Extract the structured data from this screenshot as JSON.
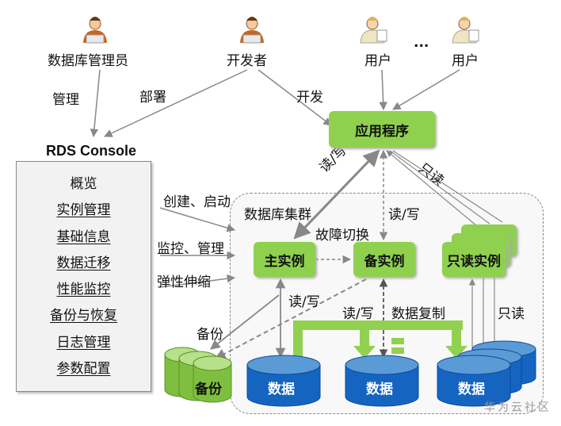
{
  "actors": {
    "dba": "数据库管理员",
    "developer": "开发者",
    "user1": "用户",
    "ellipsis": "...",
    "user2": "用户"
  },
  "edges": {
    "manage": "管理",
    "deploy": "部署",
    "develop": "开发",
    "read_write_main": "读/写",
    "read_only_top": "只读",
    "create_start": "创建、启动",
    "monitor_manage": "监控、管理",
    "elastic_scale": "弹性伸缩",
    "read_write_standby": "读/写",
    "failover": "故障切换",
    "read_write_left": "读/写",
    "read_write_mid": "读/写",
    "data_replication": "数据复制",
    "read_only_right": "只读",
    "backup": "备份"
  },
  "console": {
    "title": "RDS Console",
    "items": [
      "概览",
      "实例管理",
      "基础信息",
      "数据迁移",
      "性能监控",
      "备份与恢复",
      "日志管理",
      "参数配置"
    ]
  },
  "app": {
    "label": "应用程序"
  },
  "cluster": {
    "label": "数据库集群"
  },
  "instances": {
    "primary": "主实例",
    "standby": "备实例",
    "readonly": "只读实例"
  },
  "storage": {
    "backup": "备份",
    "data1": "数据",
    "data2": "数据",
    "data3": "数据"
  },
  "watermark": "华为云社区",
  "colors": {
    "green_box": "#8fd14f",
    "green_arrow": "#92d050",
    "db_blue": "#1565c0",
    "db_blue_top": "#5b9bd5",
    "arrow_gray": "#888888"
  }
}
